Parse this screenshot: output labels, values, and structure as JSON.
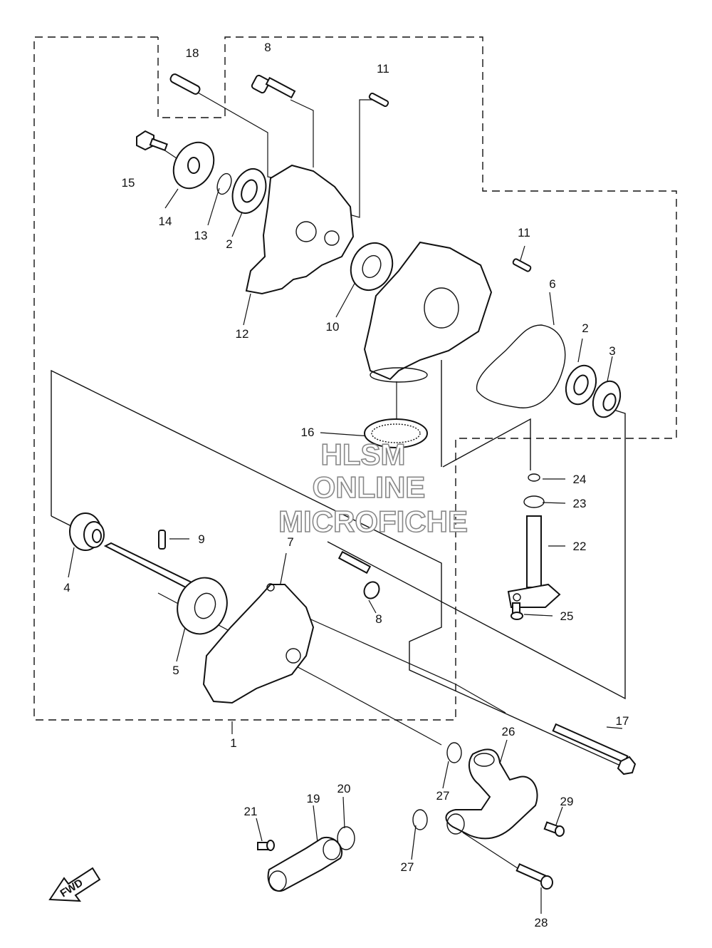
{
  "diagram": {
    "callouts": [
      {
        "id": "c18",
        "label": "18"
      },
      {
        "id": "c8a",
        "label": "8"
      },
      {
        "id": "c11a",
        "label": "11"
      },
      {
        "id": "c15",
        "label": "15"
      },
      {
        "id": "c14",
        "label": "14"
      },
      {
        "id": "c13",
        "label": "13"
      },
      {
        "id": "c2a",
        "label": "2"
      },
      {
        "id": "c12",
        "label": "12"
      },
      {
        "id": "c10",
        "label": "10"
      },
      {
        "id": "c11b",
        "label": "11"
      },
      {
        "id": "c6",
        "label": "6"
      },
      {
        "id": "c2b",
        "label": "2"
      },
      {
        "id": "c3",
        "label": "3"
      },
      {
        "id": "c16",
        "label": "16"
      },
      {
        "id": "c24",
        "label": "24"
      },
      {
        "id": "c23",
        "label": "23"
      },
      {
        "id": "c22",
        "label": "22"
      },
      {
        "id": "c25",
        "label": "25"
      },
      {
        "id": "c9",
        "label": "9"
      },
      {
        "id": "c7",
        "label": "7"
      },
      {
        "id": "c4",
        "label": "4"
      },
      {
        "id": "c8b",
        "label": "8"
      },
      {
        "id": "c5",
        "label": "5"
      },
      {
        "id": "c1",
        "label": "1"
      },
      {
        "id": "c17",
        "label": "17"
      },
      {
        "id": "c26",
        "label": "26"
      },
      {
        "id": "c27a",
        "label": "27"
      },
      {
        "id": "c29",
        "label": "29"
      },
      {
        "id": "c21",
        "label": "21"
      },
      {
        "id": "c19",
        "label": "19"
      },
      {
        "id": "c20",
        "label": "20"
      },
      {
        "id": "c27b",
        "label": "27"
      },
      {
        "id": "c28",
        "label": "28"
      }
    ],
    "watermark": {
      "line1": "HLSM",
      "line2": "ONLINE",
      "line3": "MICROFICHE"
    },
    "direction_label": "FWD",
    "colors": {
      "ink": "#111111",
      "watermark_outline": "#888888",
      "background": "#ffffff"
    }
  }
}
